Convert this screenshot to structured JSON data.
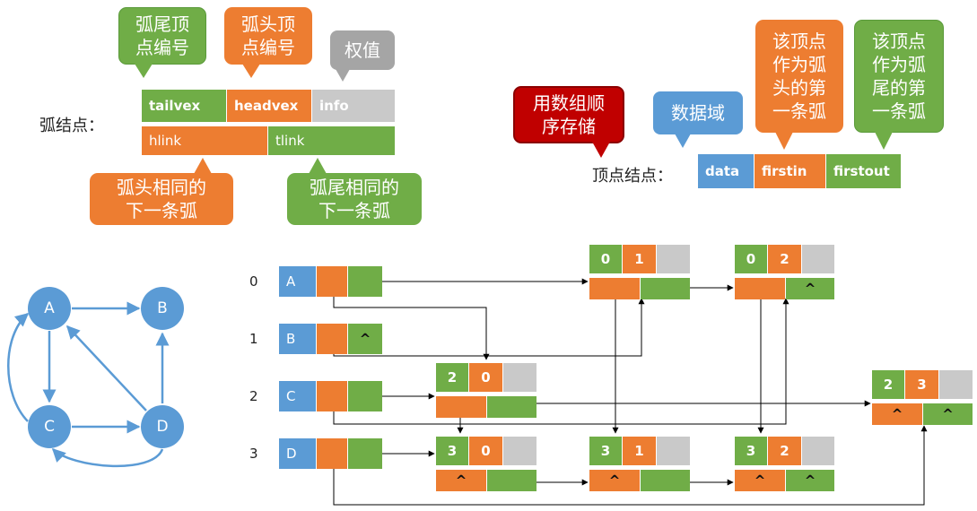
{
  "colors": {
    "green": "#70ad47",
    "orange": "#ed7d31",
    "gray": "#c9c9c9",
    "blue": "#5b9bd5",
    "red": "#c00000",
    "callout_gray": "#a5a5a5"
  },
  "arc_legend": {
    "label": "弧结点：",
    "fields": {
      "tailvex": "tailvex",
      "headvex": "headvex",
      "info": "info",
      "hlink": "hlink",
      "tlink": "tlink"
    },
    "callouts": {
      "tail_no": [
        "弧尾顶",
        "点编号"
      ],
      "head_no": [
        "弧头顶",
        "点编号"
      ],
      "weight": "权值",
      "same_head": [
        "弧头相同的",
        "下一条弧"
      ],
      "same_tail": [
        "弧尾相同的",
        "下一条弧"
      ]
    }
  },
  "vertex_legend": {
    "label": "顶点结点：",
    "fields": {
      "data": "data",
      "firstin": "firstin",
      "firstout": "firstout"
    },
    "callouts": {
      "array": [
        "用数组顺",
        "序存储"
      ],
      "data_field": "数据域",
      "first_in": [
        "该顶点",
        "作为弧",
        "头的第",
        "一条弧"
      ],
      "first_out": [
        "该顶点",
        "作为弧",
        "尾的第",
        "一条弧"
      ]
    }
  },
  "graph_nodes": [
    "A",
    "B",
    "C",
    "D"
  ],
  "vertices": [
    {
      "index": "0",
      "data": "A",
      "firstin": "",
      "firstout": ""
    },
    {
      "index": "1",
      "data": "B",
      "firstin": "",
      "firstout": "^"
    },
    {
      "index": "2",
      "data": "C",
      "firstin": "",
      "firstout": ""
    },
    {
      "index": "3",
      "data": "D",
      "firstin": "",
      "firstout": ""
    }
  ],
  "arcs": [
    {
      "tail": "0",
      "head": "1",
      "hlink": "",
      "tlink": ""
    },
    {
      "tail": "0",
      "head": "2",
      "hlink": "",
      "tlink": "^"
    },
    {
      "tail": "2",
      "head": "0",
      "hlink": "",
      "tlink": ""
    },
    {
      "tail": "2",
      "head": "3",
      "hlink": "^",
      "tlink": "^"
    },
    {
      "tail": "3",
      "head": "0",
      "hlink": "^",
      "tlink": ""
    },
    {
      "tail": "3",
      "head": "1",
      "hlink": "^",
      "tlink": ""
    },
    {
      "tail": "3",
      "head": "2",
      "hlink": "^",
      "tlink": "^"
    }
  ]
}
